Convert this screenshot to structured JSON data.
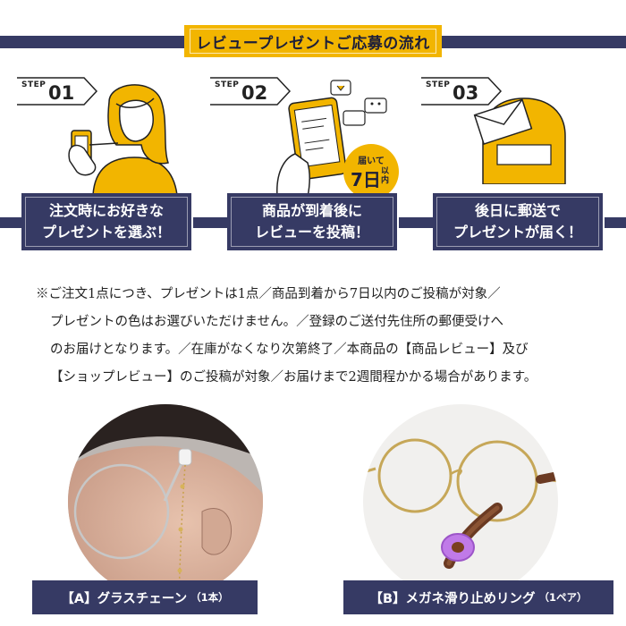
{
  "header": {
    "title": "レビュープレゼントご応募の流れ"
  },
  "steps": [
    {
      "label": "STEP",
      "number": "01",
      "line1": "注文時にお好きな",
      "line2": "プレゼントを選ぶ！"
    },
    {
      "label": "STEP",
      "number": "02",
      "line1": "商品が到着後に",
      "line2": "レビューを投稿！"
    },
    {
      "label": "STEP",
      "number": "03",
      "line1": "後日に郵送で",
      "line2": "プレゼントが届く！"
    }
  ],
  "badge": {
    "top": "届いて",
    "days": "7日",
    "suffix_1": "以",
    "suffix_2": "内"
  },
  "notice": {
    "line1": "※ご注文1点につき、プレゼントは1点／商品到着から7日以内のご投稿が対象／",
    "line2": "プレゼントの色はお選びいただけません。／登録のご送付先住所の郵便受けへ",
    "line3": "のお届けとなります。／在庫がなくなり次第終了／本商品の【商品レビュー】及び",
    "line4": "【ショップレビュー】のご投稿が対象／お届けまで2週間程かかる場合があります。"
  },
  "presents": [
    {
      "name": "【A】グラスチェーン",
      "qty": "（1本）"
    },
    {
      "name": "【B】メガネ滑り止めリング",
      "qty": "（1ペア）"
    }
  ],
  "colors": {
    "navy": "#363a64",
    "accent": "#f2b500",
    "purple": "#c07ae8"
  }
}
